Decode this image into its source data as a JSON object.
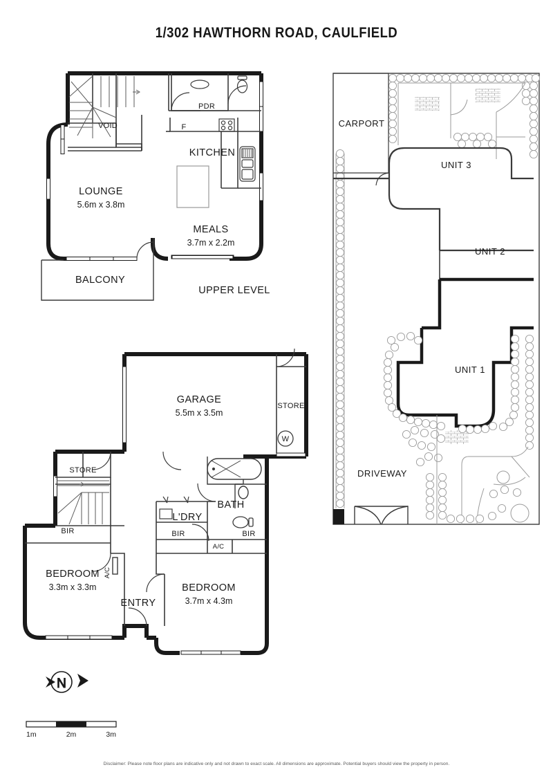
{
  "title": "1/302 HAWTHORN ROAD, CAULFIELD",
  "upper_level": {
    "caption": "UPPER LEVEL",
    "rooms": [
      {
        "name": "LOUNGE",
        "dim": "5.6m x 3.8m"
      },
      {
        "name": "MEALS",
        "dim": "3.7m x 2.2m"
      },
      {
        "name": "KITCHEN",
        "dim": ""
      },
      {
        "name": "BALCONY",
        "dim": ""
      },
      {
        "name": "PDR",
        "dim": ""
      },
      {
        "name": "VOID",
        "dim": ""
      }
    ],
    "lounge_label": "LOUNGE",
    "lounge_dim": "5.6m x 3.8m",
    "meals_label": "MEALS",
    "meals_dim": "3.7m x 2.2m",
    "kitchen_label": "KITCHEN",
    "balcony_label": "BALCONY",
    "pdr_label": "PDR",
    "void_label": "VOID",
    "fridge_label": "F"
  },
  "lower_level": {
    "garage_label": "GARAGE",
    "garage_dim": "5.5m x 3.5m",
    "store_garage_label": "STORE",
    "washer_label": "W",
    "store_stair_label": "STORE",
    "bath_label": "BATH",
    "laundry_label": "L'DRY",
    "bir_left_label": "BIR",
    "bir_mid_label": "BIR",
    "bir_right_label": "BIR",
    "ac_bath_label": "A/C",
    "ac_bed_label": "A/C",
    "bedroom1_label": "BEDROOM",
    "bedroom1_dim": "3.3m x 3.3m",
    "bedroom2_label": "BEDROOM",
    "bedroom2_dim": "3.7m x 4.3m",
    "entry_label": "ENTRY"
  },
  "site_plan": {
    "carport_label": "CARPORT",
    "unit3_label": "UNIT 3",
    "unit2_label": "UNIT 2",
    "unit1_label": "UNIT 1",
    "driveway_label": "DRIVEWAY"
  },
  "compass": {
    "letter": "N",
    "name": "north-arrow"
  },
  "scale_bar": {
    "ticks": [
      "1m",
      "2m",
      "3m"
    ]
  },
  "disclaimer": "Disclaimer: Please note floor plans are indicative only and not drawn to exact scale. All dimensions are approximate. Potential buyers should view the property in person.",
  "colors": {
    "wall": "#1a1a1a",
    "thin": "#3a3a3a",
    "hedge": "#9a9a9a",
    "page": "#ffffff"
  }
}
